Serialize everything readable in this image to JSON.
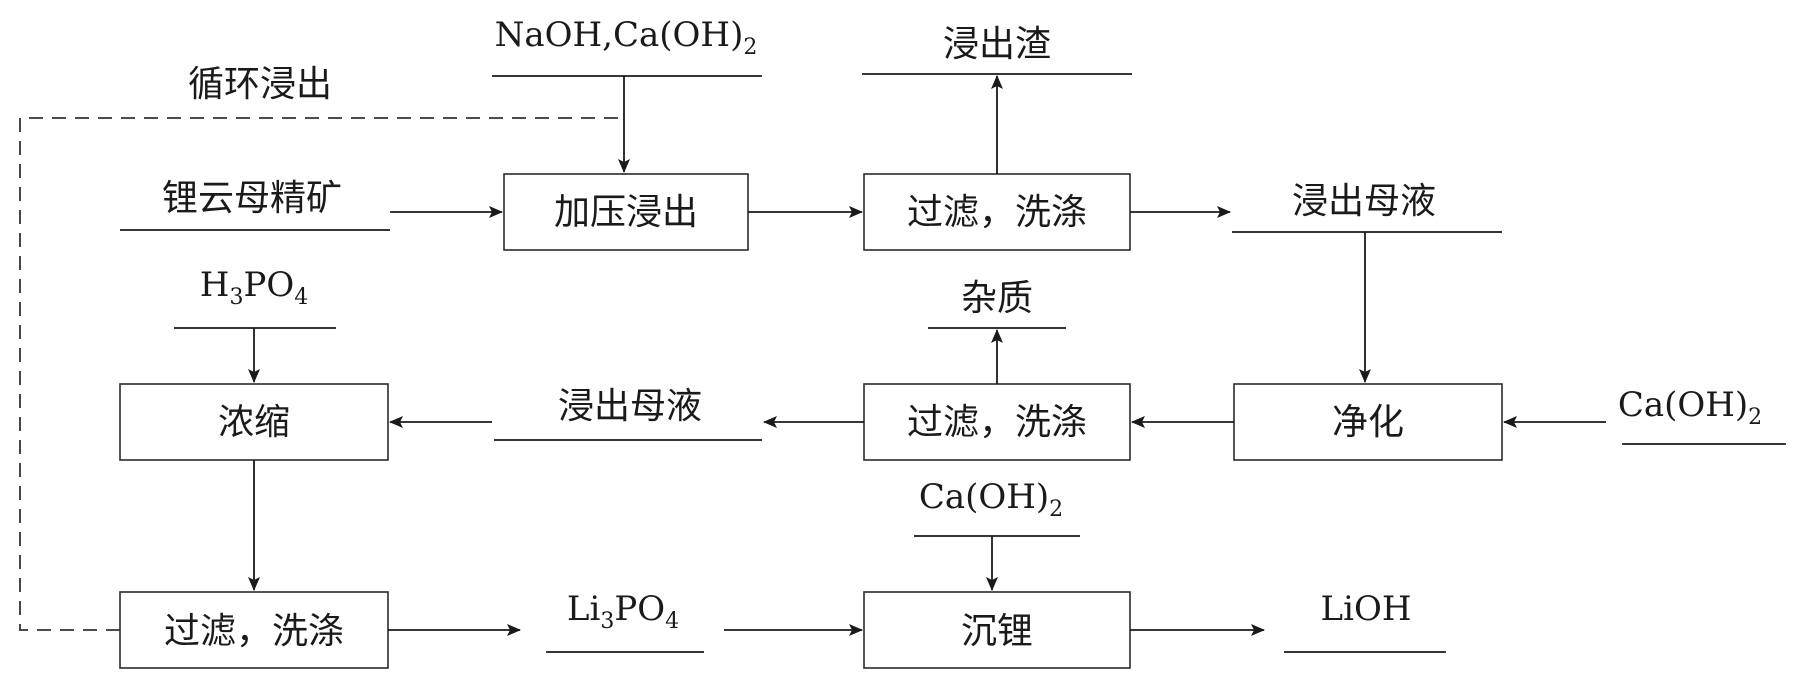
{
  "boxes": {
    "pressure_leach": "加压浸出",
    "filter_wash_1": "过滤，洗涤",
    "purify": "净化",
    "filter_wash_2": "过滤，洗涤",
    "concentrate": "浓缩",
    "filter_wash_3": "过滤，洗涤",
    "lithium_precip": "沉锂"
  },
  "labels": {
    "recycle_leach": "循环浸出",
    "lepidolite_concentrate": "锂云母精矿",
    "leach_residue": "浸出渣",
    "leach_mother_liquor_1": "浸出母液",
    "impurities": "杂质",
    "leach_mother_liquor_2": "浸出母液"
  },
  "chem": {
    "naoh_caoh2": {
      "main": "NaOH,Ca(OH)",
      "sub": "2"
    },
    "caoh2_purify": {
      "main": "Ca(OH)",
      "sub": "2"
    },
    "caoh2_precip": {
      "main": "Ca(OH)",
      "sub": "2"
    },
    "h3po4": {
      "a": "H",
      "a_sub": "3",
      "b": "PO",
      "b_sub": "4"
    },
    "li3po4": {
      "a": "Li",
      "a_sub": "3",
      "b": "PO",
      "b_sub": "4"
    },
    "lioh": {
      "main": "LiOH"
    }
  }
}
